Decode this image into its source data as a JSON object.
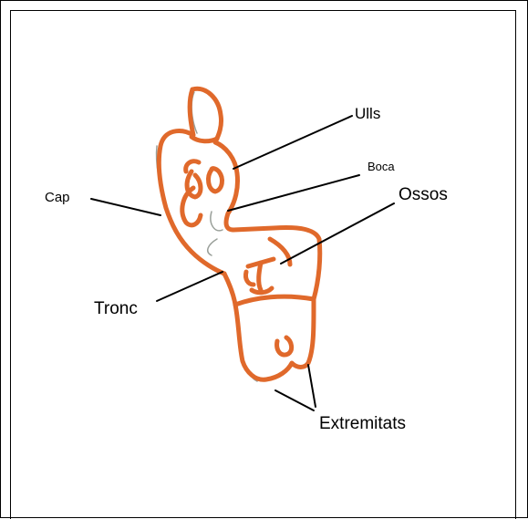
{
  "labels": {
    "ulls": "Ulls",
    "boca": "Boca",
    "ossos": "Ossos",
    "cap": "Cap",
    "tronc": "Tronc",
    "extremitats": "Extremitats"
  },
  "colors": {
    "drawing_stroke": "#e0692b",
    "drawing_shadow": "#9aa09a",
    "leader_line": "#000000",
    "background": "#ffffff"
  }
}
